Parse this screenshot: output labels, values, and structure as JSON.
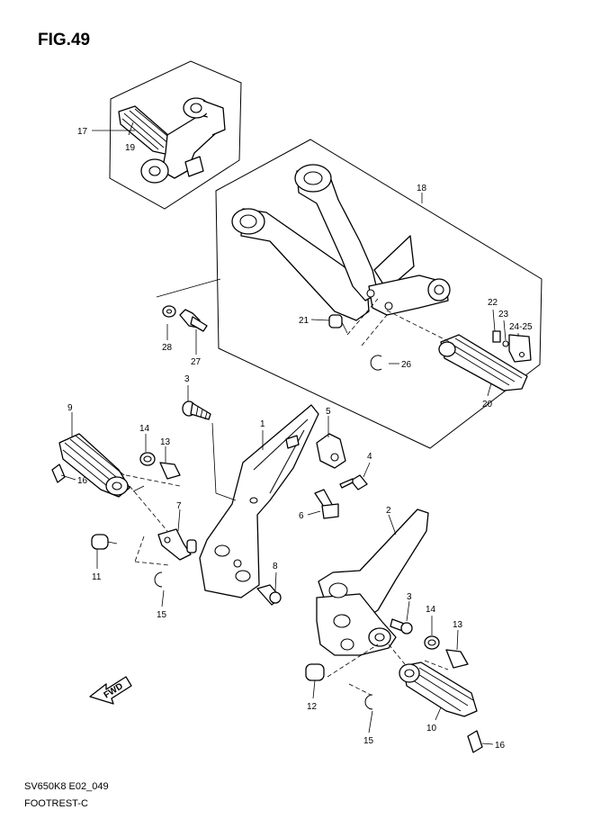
{
  "figure": {
    "title": "FIG.49"
  },
  "footer": {
    "code": "SV650K8 E02_049",
    "name": "FOOTREST-C"
  },
  "fwd_label": "FWD",
  "callouts": {
    "c17": "17",
    "c19": "19",
    "c18": "18",
    "c21": "21",
    "c22": "22",
    "c23": "23",
    "c2425": "24-25",
    "c26": "26",
    "c20": "20",
    "c28": "28",
    "c27": "27",
    "c3a": "3",
    "c9": "9",
    "c1": "1",
    "c5": "5",
    "c4": "4",
    "c6": "6",
    "c14a": "14",
    "c13a": "13",
    "c16a": "16",
    "c7": "7",
    "c11": "11",
    "c15a": "15",
    "c8": "8",
    "c2": "2",
    "c3b": "3",
    "c14b": "14",
    "c13b": "13",
    "c12": "12",
    "c15b": "15",
    "c10": "10",
    "c16b": "16"
  }
}
